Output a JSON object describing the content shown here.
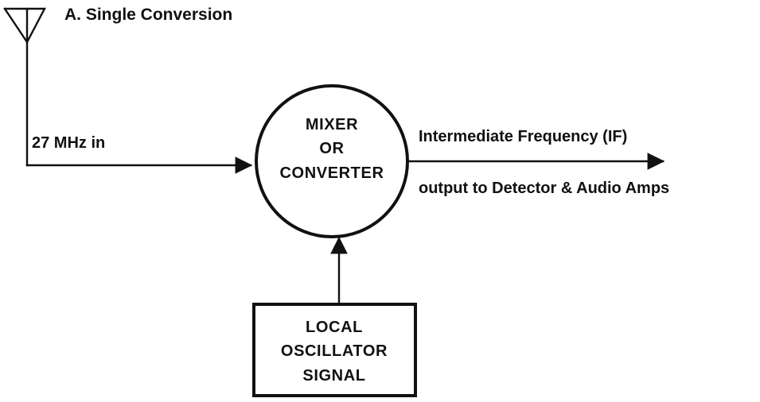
{
  "title": "A. Single Conversion",
  "input_label": "27 MHz in",
  "mixer": {
    "line1": "MIXER",
    "line2": "OR",
    "line3": "CONVERTER"
  },
  "output": {
    "line1": "Intermediate Frequency (IF)",
    "line2": "output to Detector & Audio Amps"
  },
  "oscillator": {
    "line1": "LOCAL",
    "line2": "OSCILLATOR",
    "line3": "SIGNAL"
  },
  "icons": {
    "antenna": "antenna-icon"
  }
}
